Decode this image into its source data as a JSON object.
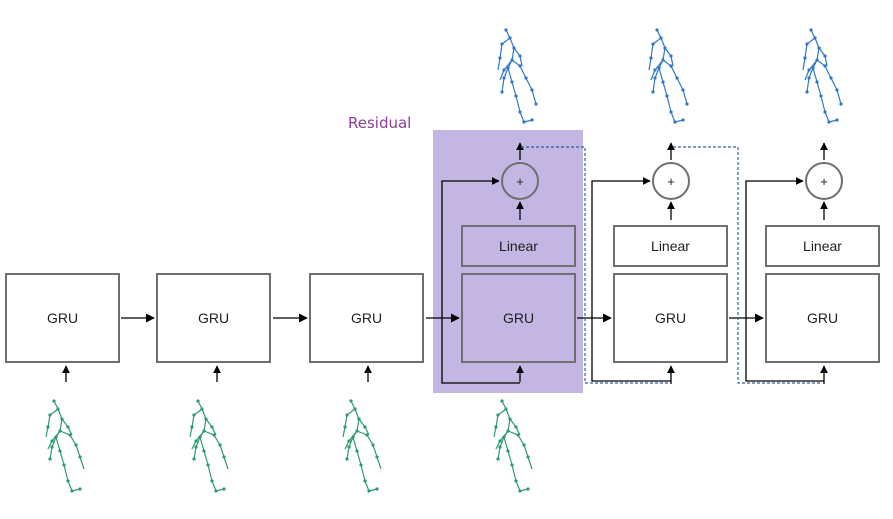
{
  "diagram": {
    "residual_label": "Residual",
    "gru_label": "GRU",
    "linear_label": "Linear",
    "plus_symbol": "+",
    "gru_count": 6,
    "decoder_count": 3
  },
  "colors": {
    "highlight": "#c3b6e2",
    "residual_text": "#8a3e97",
    "box_border": "#6f6f6f",
    "input_pose": "#2e9a6d",
    "output_pose": "#2f78c8",
    "dashed_line": "#2f5fa8",
    "arrow": "#000000"
  },
  "icons": {
    "input_pose": "skeleton-pose-icon",
    "output_pose": "skeleton-pose-icon",
    "adder": "plus-circle-icon"
  }
}
